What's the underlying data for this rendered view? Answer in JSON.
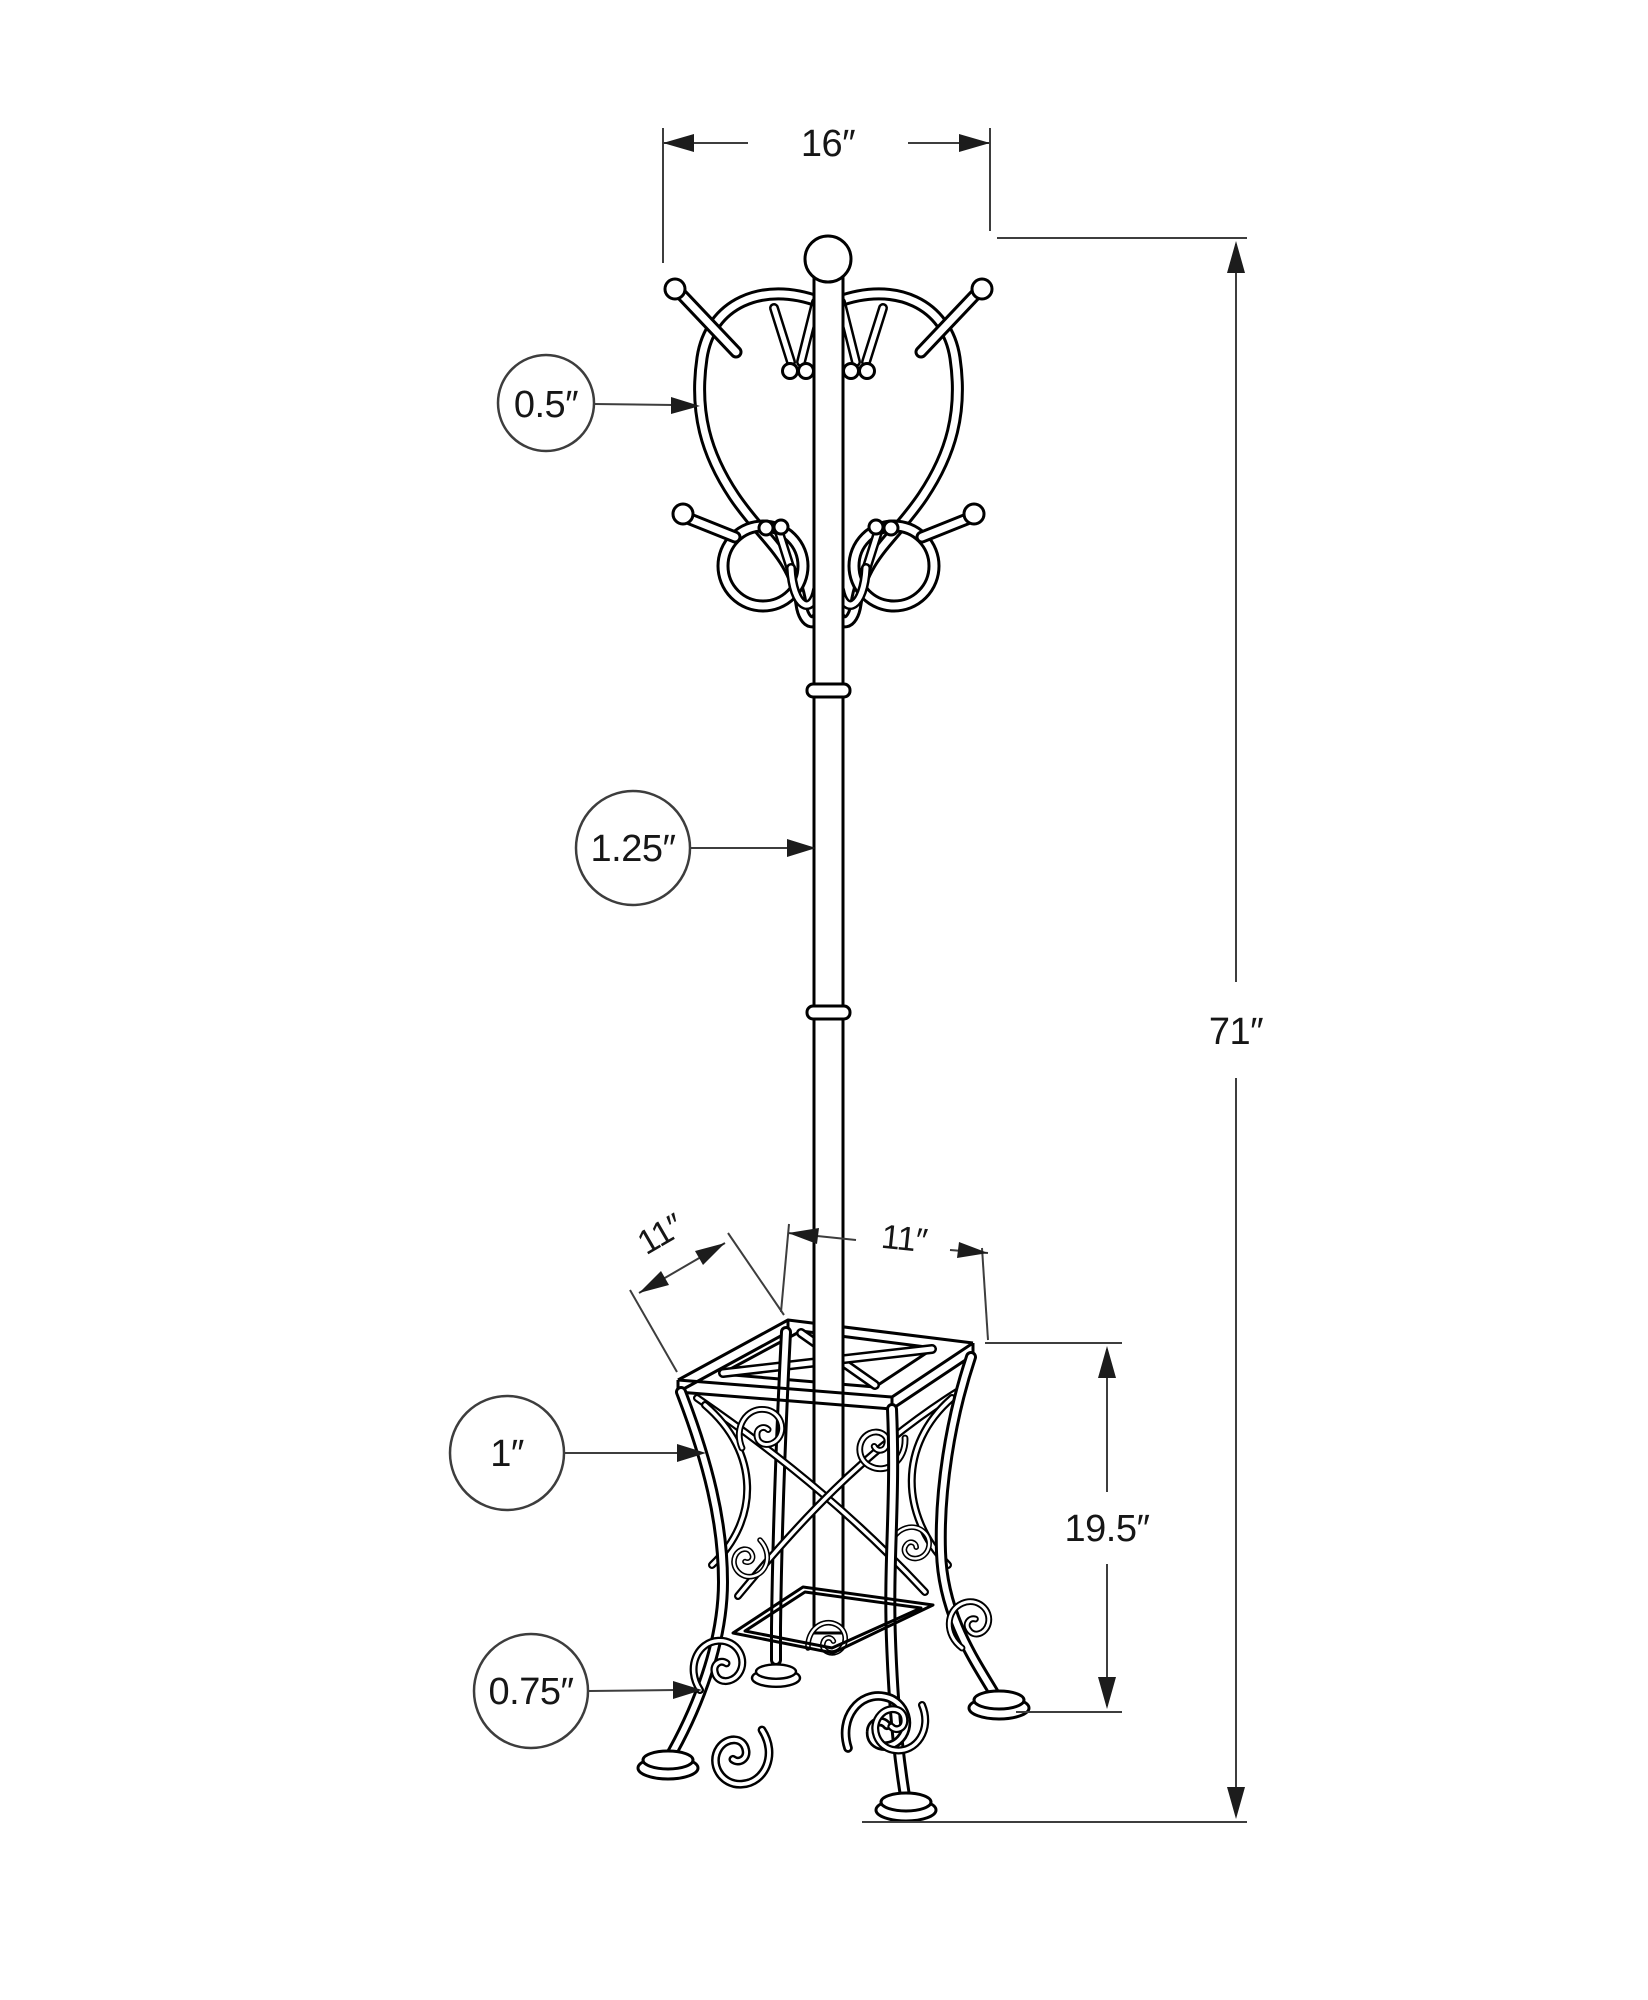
{
  "colors": {
    "background": "#ffffff",
    "artwork_line": "#000000",
    "dimension_line": "#3d3d3d",
    "label_text": "#161616"
  },
  "dimensions": {
    "top_width": "16″",
    "overall_height": "71″",
    "stand_height": "19.5″",
    "base_depth": "11″",
    "base_width": "11″"
  },
  "callouts": {
    "hook_tube_diameter": "0.5″",
    "pole_diameter": "1.25″",
    "frame_tube_diameter": "1″",
    "leg_tube_diameter": "0.75″"
  }
}
